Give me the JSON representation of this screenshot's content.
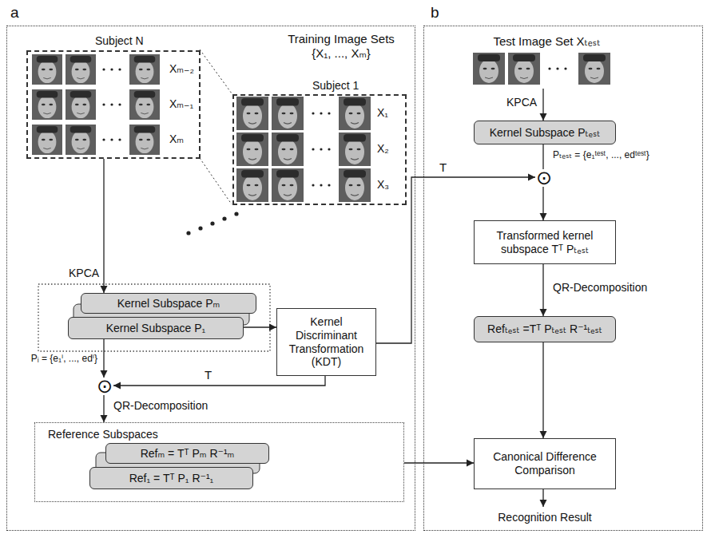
{
  "diagram": {
    "nodes": [
      {
        "text": [
          "a"
        ]
      },
      {
        "text": [
          "Subject N"
        ],
        "in": 0
      },
      {
        "text": [
          "Subject 1"
        ],
        "in": 0
      },
      {
        "text": [
          "Kernel Subspace Pₘ"
        ],
        "in": 0
      },
      {
        "text": [
          "Kernel Subspace P₁"
        ],
        "in": 0
      },
      {
        "text": [
          "Kernel Discriminant Transformation (KDT)"
        ],
        "in": 0
      },
      {
        "text": [
          "⊙"
        ],
        "in": 0
      },
      {
        "text": [
          "Reference Subspaces"
        ],
        "in": 0
      },
      {
        "text": [
          "Refₘ = Tᵀ Pₘ R⁻¹ₘ"
        ],
        "in": 7
      },
      {
        "text": [
          "Ref₁ = Tᵀ P₁ R⁻¹₁"
        ],
        "in": 7
      },
      {
        "text": [
          "b"
        ]
      },
      {
        "text": [
          "Test Image Set Xₜₑₛₜ"
        ],
        "in": 10
      },
      {
        "text": [
          "Kernel Subspace Pₜₑₛₜ"
        ],
        "in": 10
      },
      {
        "text": [
          "⊙"
        ],
        "in": 10
      },
      {
        "text": [
          "Transformed kernel subspace Tᵀ Pₜₑₛₜ"
        ],
        "in": 10
      },
      {
        "text": [
          "Refₜₑₛₜ =Tᵀ Pₜₑₛₜ R⁻¹ₜₑₛₜ"
        ],
        "in": 10
      },
      {
        "text": [
          "Canonical Difference Comparison"
        ],
        "in": 10
      }
    ],
    "edges": [
      {
        "from": 1,
        "to": 3,
        "label": "KPCA",
        "arrow": "to"
      },
      {
        "from": 4,
        "to": 5,
        "arrow": "to"
      },
      {
        "from": 4,
        "to": 6,
        "label": "Pᵢ = {e₁ⁱ, ..., edⁱ}",
        "arrow": "to"
      },
      {
        "from": 5,
        "to": 6,
        "label": "T",
        "arrow": "to"
      },
      {
        "from": 6,
        "to": 7,
        "label": "QR-Decomposition",
        "arrow": "to"
      },
      {
        "from": 7,
        "to": 16,
        "arrow": "to"
      },
      {
        "from": 5,
        "to": 13,
        "label": "T",
        "arrow": "to"
      },
      {
        "from": 11,
        "to": 12,
        "label": "KPCA",
        "arrow": "to"
      },
      {
        "from": 12,
        "to": 13,
        "label": "Pₜₑₛₜ = {e₁ᵗᵉˢᵗ, ..., edᵗᵉˢᵗ}",
        "arrow": "none"
      },
      {
        "from": 13,
        "to": 14,
        "arrow": "to"
      },
      {
        "from": 14,
        "to": 15,
        "label": "QR-Decomposition",
        "arrow": "to"
      },
      {
        "from": 15,
        "to": 16,
        "arrow": "to"
      }
    ],
    "labels": [
      "Training Image Sets {X₁, ..., Xₘ}",
      "Xₘ₋₂",
      "Xₘ₋₁",
      "Xₘ",
      "X₁",
      "X₂",
      "X₃",
      "Recognition Result"
    ]
  }
}
